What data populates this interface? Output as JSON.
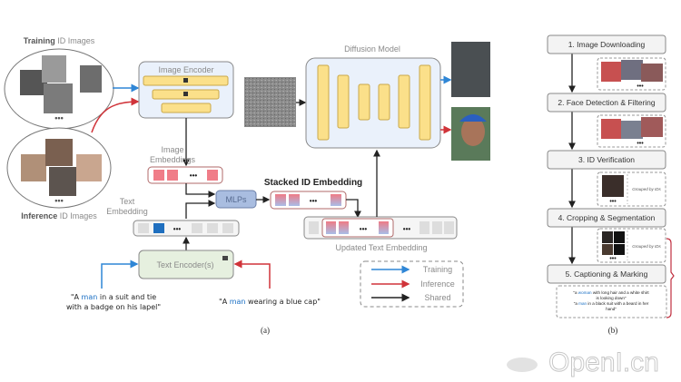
{
  "panel_a": {
    "training_label_bold": "Training",
    "training_label_rest": " ID Images",
    "inference_label_bold": "Inference",
    "inference_label_rest": " ID Images",
    "image_encoder": "Image Encoder",
    "image_embeddings": [
      "Image",
      "Embeddings"
    ],
    "text_embedding": [
      "Text",
      "Embedding"
    ],
    "mlps": "MLPs",
    "stacked_id_embedding": "Stacked ID Embedding",
    "text_encoder": "Text Encoder(s)",
    "updated_text_embedding": "Updated Text Embedding",
    "diffusion_model": "Diffusion Model",
    "ellipsis": "•••",
    "prompt_training": {
      "pre": "\"A ",
      "highlight": "man",
      "post": " in a suit and tie",
      "line2": "with a badge on his lapel\""
    },
    "prompt_inference": {
      "pre": "\"A ",
      "highlight": "man",
      "post": " wearing a blue cap\""
    },
    "legend": [
      {
        "label": "Training",
        "color": "#2f86d6"
      },
      {
        "label": "Inference",
        "color": "#d0343a"
      },
      {
        "label": "Shared",
        "color": "#222222"
      }
    ],
    "caption": "(a)"
  },
  "panel_b": {
    "steps": [
      "1. Image Downloading",
      "2. Face Detection & Filtering",
      "3. ID Verification",
      "4. Cropping & Segmentation",
      "5. Captioning & Marking"
    ],
    "grouped_by_ids": "Grouped by IDs",
    "captions": [
      {
        "pre": "\"a ",
        "highlight": "woman",
        "post": " with long hair and a white shirt",
        "line2": "is looking down\""
      },
      {
        "pre": "\"a ",
        "highlight": "man",
        "post": " in a black suit with a beard in her",
        "line2": "hand\""
      }
    ],
    "ellipsis": "•••",
    "caption": "(b)"
  },
  "watermark": "OpenI.cn",
  "colors": {
    "training": "#2f86d6",
    "inference": "#d0343a",
    "shared": "#222222",
    "encoder_bg": "#eaf1fb",
    "bar_yellow": "#fbe08a",
    "mlp": "#a9bde0",
    "text_encoder_bg": "#e6f0df",
    "highlight_blue": "#1a6fc4"
  }
}
